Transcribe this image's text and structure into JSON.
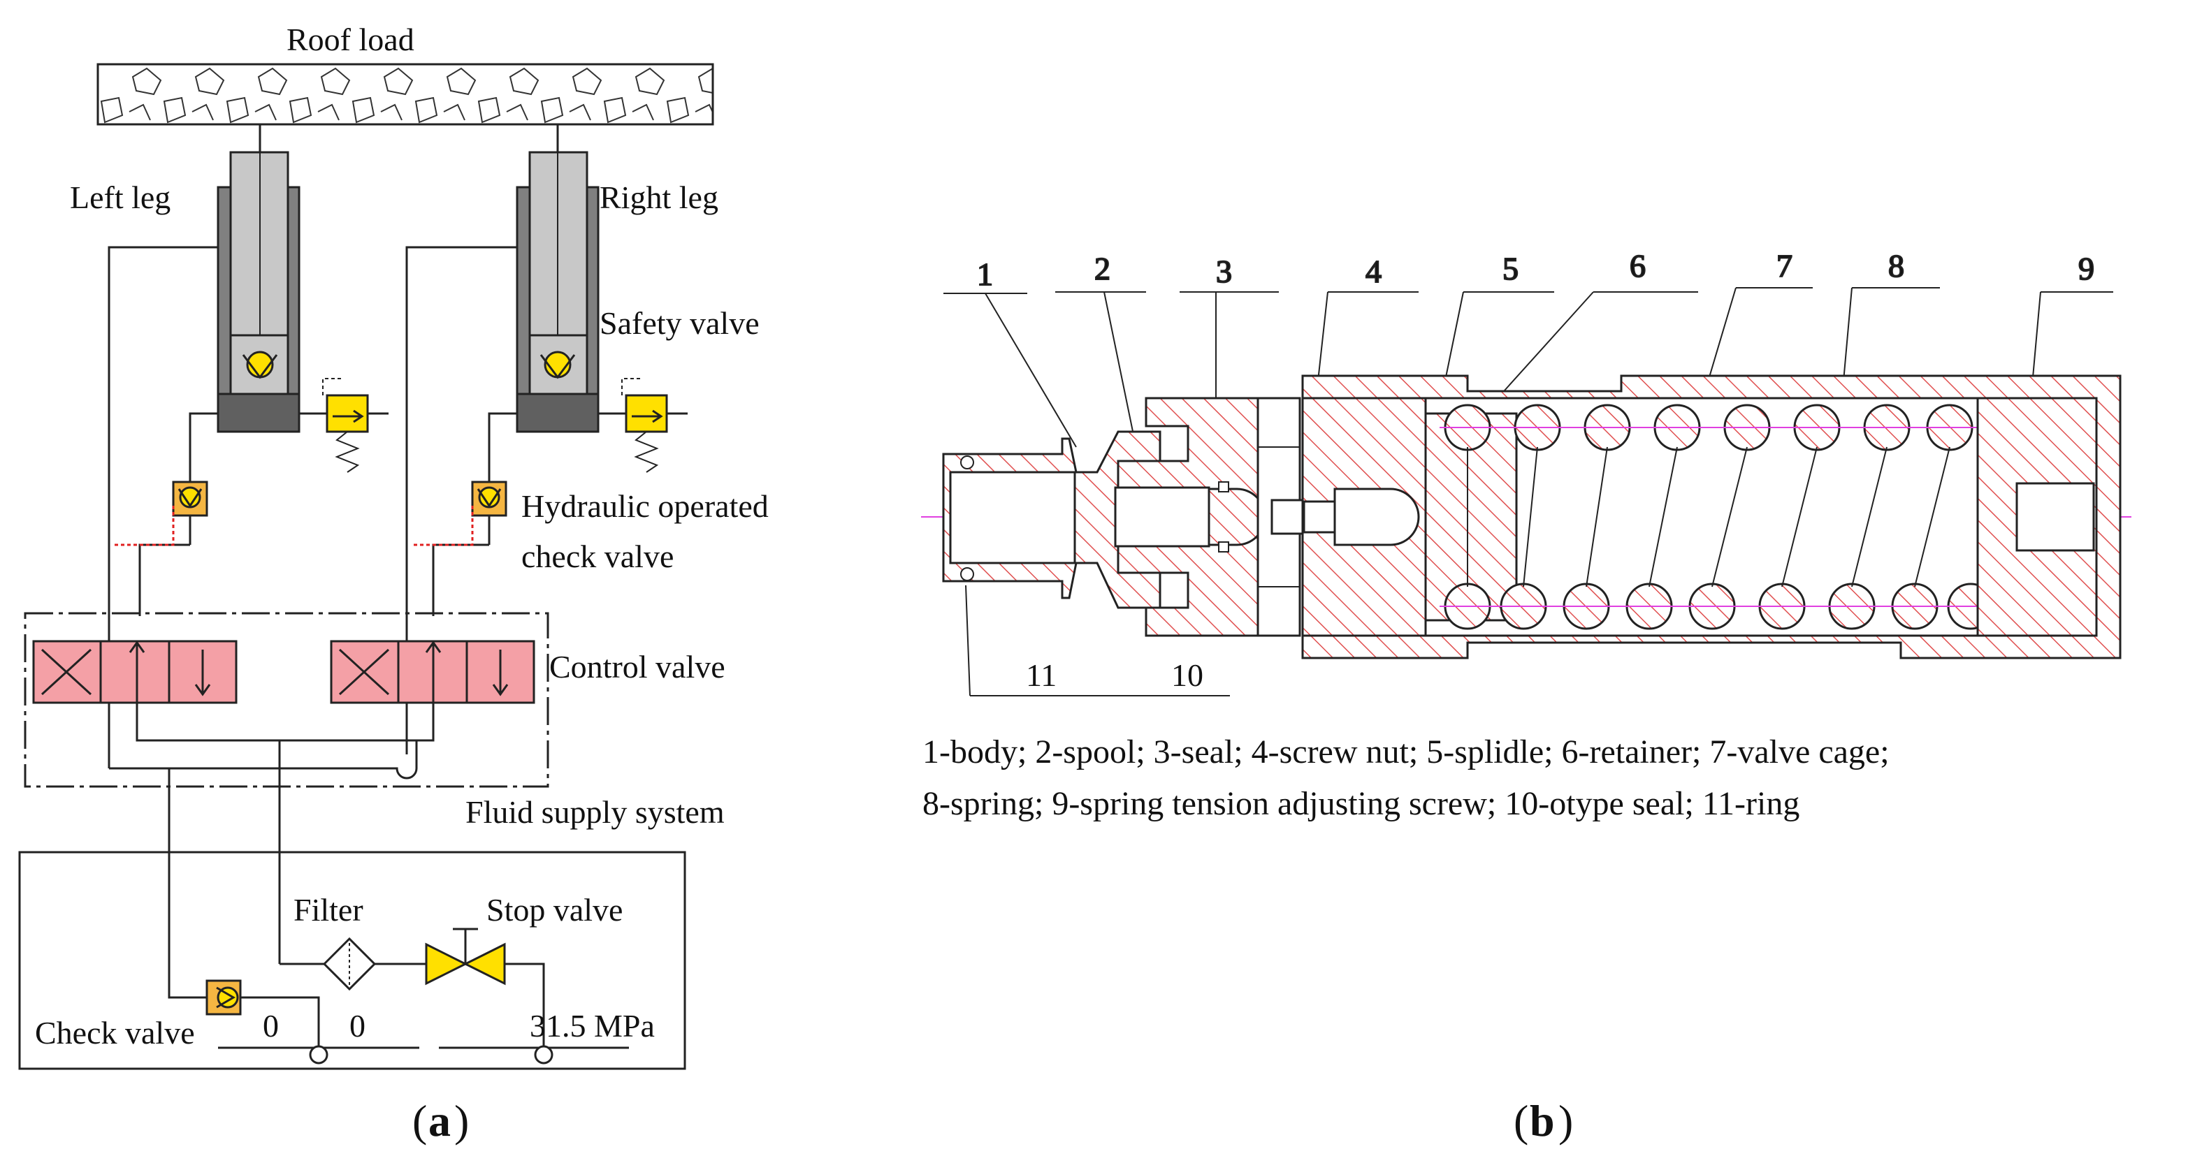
{
  "panel_a": {
    "roof_load": "Roof load",
    "left_leg": "Left leg",
    "right_leg": "Right leg",
    "safety_valve": "Safety valve",
    "hydraulic_check_line1": "Hydraulic operated",
    "hydraulic_check_line2": "check valve",
    "control_valve": "Control valve",
    "fluid_supply": "Fluid supply system",
    "filter": "Filter",
    "stop_valve": "Stop valve",
    "check_valve": "Check valve",
    "gauge_left": "0",
    "gauge_mid": "0",
    "gauge_right": "31.5 MPa",
    "label_open": "(",
    "label_letter": "a",
    "label_close": ")"
  },
  "panel_b": {
    "parts": [
      "1",
      "2",
      "3",
      "4",
      "5",
      "6",
      "7",
      "8",
      "9",
      "11",
      "10"
    ],
    "legend_line1": "1-body; 2-spool; 3-seal; 4-screw nut; 5-splidle;  6-retainer; 7-valve cage;",
    "legend_line2": "8-spring; 9-spring tension adjusting screw; 10-otype seal;  11-ring",
    "label_open": "(",
    "label_letter": "b",
    "label_close": ")"
  },
  "colors": {
    "hatch": "#e05050",
    "centerline": "#e040e0",
    "valve_yellow": "#ffe000",
    "check_orange": "#f5b642",
    "control_pink": "#f4a0a6",
    "cylinder_gray": "#a0a0a0",
    "base_gray": "#606060",
    "pilot_red": "#e02020"
  },
  "icons": [
    "check-valve-icon",
    "safety-valve-icon",
    "filter-icon",
    "stop-valve-icon",
    "gauge-icon",
    "spring-icon"
  ]
}
